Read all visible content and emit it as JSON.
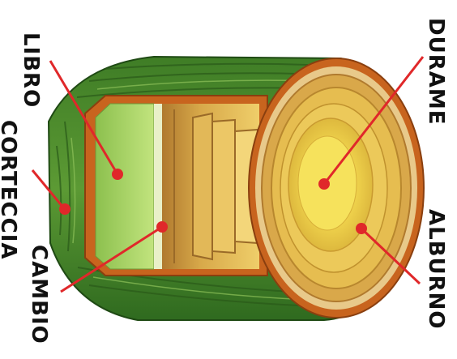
{
  "labels": {
    "libro": "LIBRO",
    "corteccia": "CORTECCIA",
    "cambio": "CAMBIO",
    "durame": "DURAME",
    "alburno": "ALBURNO"
  },
  "colors": {
    "bark_dark": "#2f6a1f",
    "bark_mid": "#4f8f2c",
    "bark_light": "#79b24a",
    "cambium": "#c8641e",
    "phloem": "#a8d66a",
    "sapwood": "#e8c34a",
    "heartwood": "#f2d84a",
    "pointer": "#e0282a"
  }
}
